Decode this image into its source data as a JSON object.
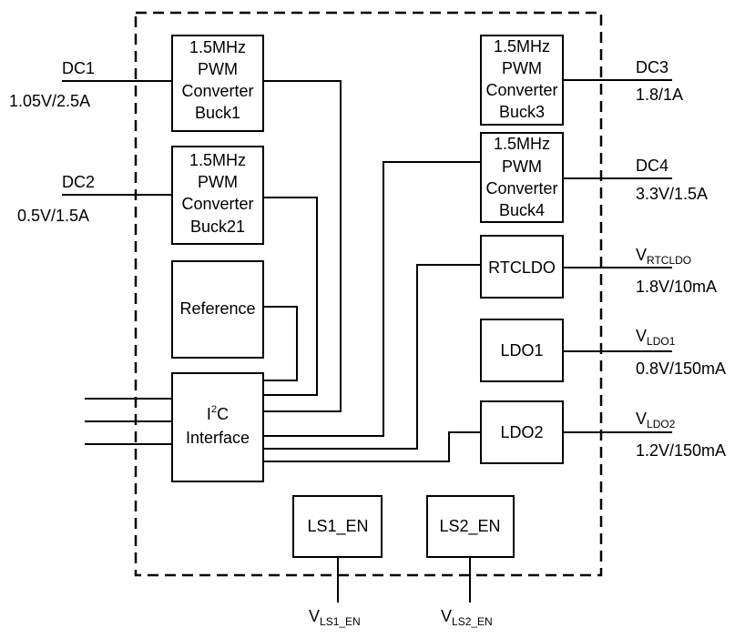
{
  "blocks": {
    "buck1": [
      "1.5MHz",
      "PWM",
      "Converter",
      "Buck1"
    ],
    "buck21": [
      "1.5MHz",
      "PWM",
      "Converter",
      "Buck21"
    ],
    "buck3": [
      "1.5MHz",
      "PWM",
      "Converter",
      "Buck3"
    ],
    "buck4": [
      "1.5MHz",
      "PWM",
      "Converter",
      "Buck4"
    ],
    "reference": "Reference",
    "i2c": {
      "line1_base": "I",
      "line1_sup": "2",
      "line1_rest": "C",
      "line2": "Interface"
    },
    "rtcldo": "RTCLDO",
    "ldo1": "LDO1",
    "ldo2": "LDO2",
    "ls1_en": "LS1_EN",
    "ls2_en": "LS2_EN"
  },
  "outputs": {
    "dc1": {
      "name": "DC1",
      "spec": "1.05V/2.5A"
    },
    "dc2": {
      "name": "DC2",
      "spec": "0.5V/1.5A"
    },
    "dc3": {
      "name": "DC3",
      "spec": "1.8/1A"
    },
    "dc4": {
      "name": "DC4",
      "spec": "3.3V/1.5A"
    },
    "vrtcldo": {
      "base": "V",
      "sub": "RTCLDO",
      "spec": "1.8V/10mA"
    },
    "vldo1": {
      "base": "V",
      "sub": "LDO1",
      "spec": "0.8V/150mA"
    },
    "vldo2": {
      "base": "V",
      "sub": "LDO2",
      "spec": "1.2V/150mA"
    },
    "vls1": {
      "base": "V",
      "sub": "LS1_EN"
    },
    "vls2": {
      "base": "V",
      "sub": "LS2_EN"
    }
  }
}
